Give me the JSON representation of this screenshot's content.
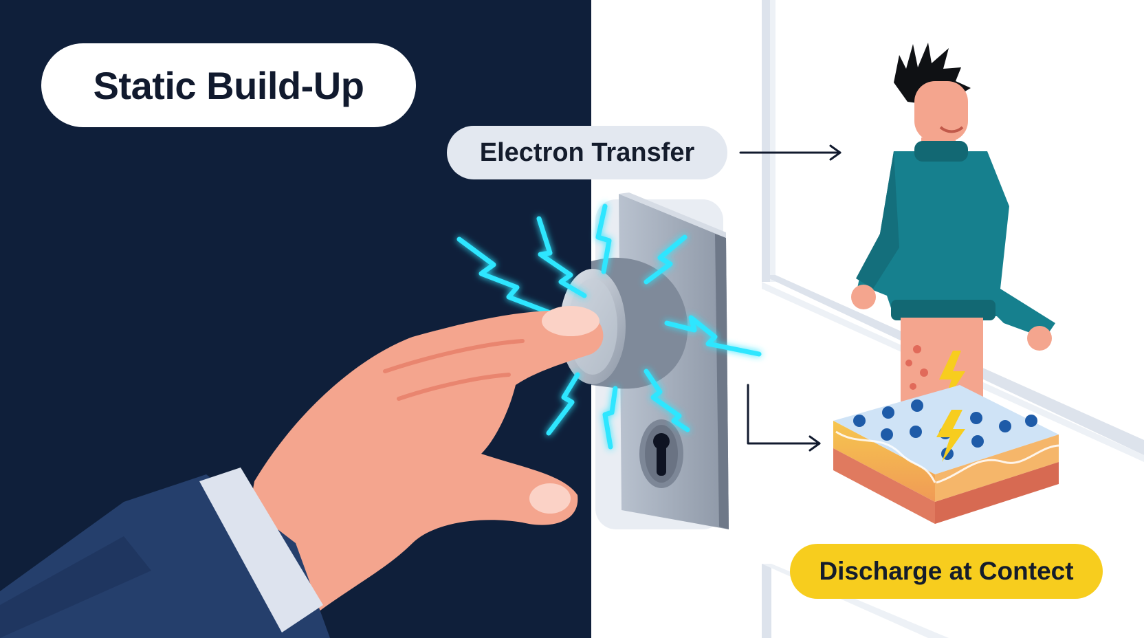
{
  "labels": {
    "static_buildup": "Static Build-Up",
    "electron_transfer": "Electron Transfer",
    "discharge": "Discharge at Contect"
  },
  "colors": {
    "dark_panel": "#0f1f3a",
    "spark": "#2fe6ff",
    "sweater": "#16808e",
    "skin": "#f4a58e",
    "suit": "#253f6c",
    "highlight_pill": "#f7cd1e",
    "light_pill": "#e3e8f0"
  },
  "icons": [
    "lightning-bolt-icon",
    "arrow-right-icon",
    "elbow-arrow-icon",
    "keyhole-icon"
  ]
}
